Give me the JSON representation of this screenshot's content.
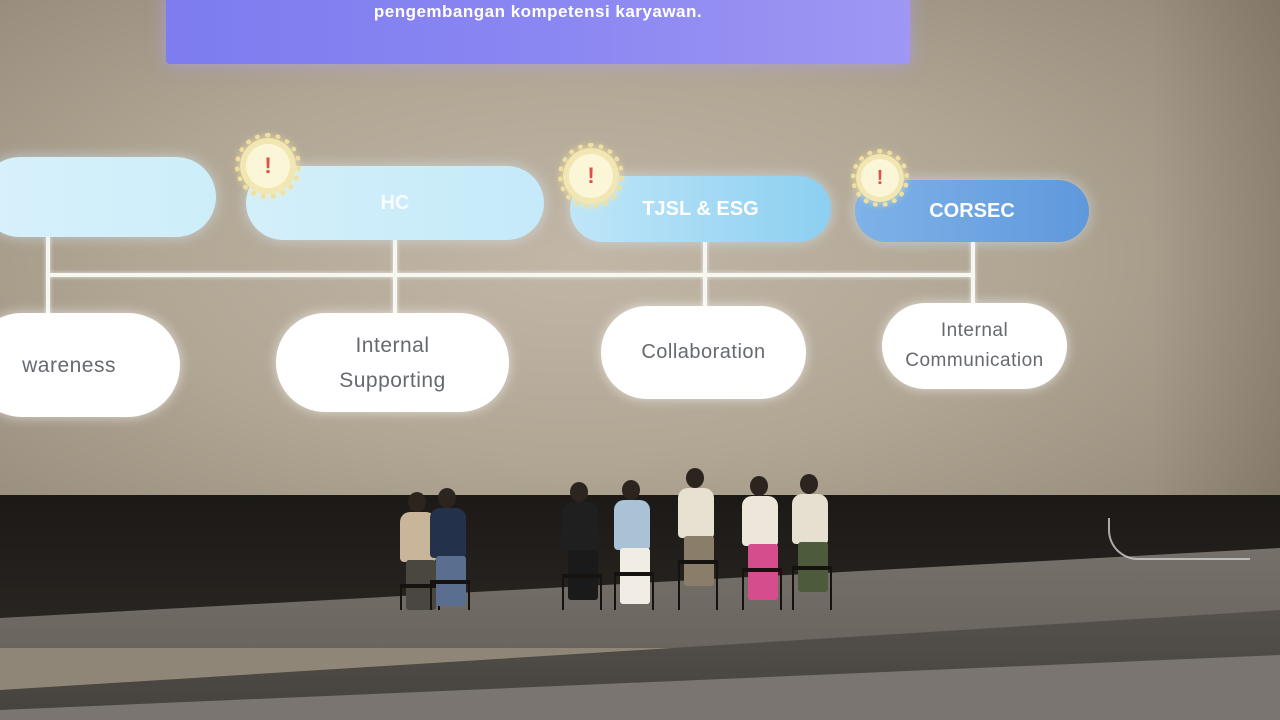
{
  "screen": {
    "banner_text": "pengembangan kompetensi karyawan.",
    "top_pills": [
      {
        "label": "",
        "faint": true
      },
      {
        "label": "HC",
        "faint": true
      },
      {
        "label": "TJSL & ESG",
        "faint": false
      },
      {
        "label": "CORSEC",
        "faint": false
      }
    ],
    "bottom_pills": [
      {
        "label": "wareness"
      },
      {
        "label": "Internal Supporting"
      },
      {
        "label": "Collaboration"
      },
      {
        "label": "Internal Communication"
      }
    ],
    "gear_symbol": "!"
  },
  "stage": {
    "panelists": [
      {
        "shirt": "#c9b59a",
        "pants": "#4a4740"
      },
      {
        "shirt": "#23324a",
        "pants": "#5a6f8f"
      },
      {
        "shirt": "#1f1f1f",
        "pants": "#1a1a1a"
      },
      {
        "shirt": "#a9c2d6",
        "pants": "#f2ede4"
      },
      {
        "shirt": "#e8e0d0",
        "pants": "#8a7d6a"
      },
      {
        "shirt": "#ede6da",
        "pants": "#d64d8e"
      },
      {
        "shirt": "#e7dfd0",
        "pants": "#4e5a3c"
      }
    ]
  },
  "colors": {
    "banner": "#8a86f2",
    "pill_light": "#d3effa",
    "pill_blue": "#6aa2e0",
    "gear": "#f2e7b3",
    "exclamation": "#e0504a"
  }
}
